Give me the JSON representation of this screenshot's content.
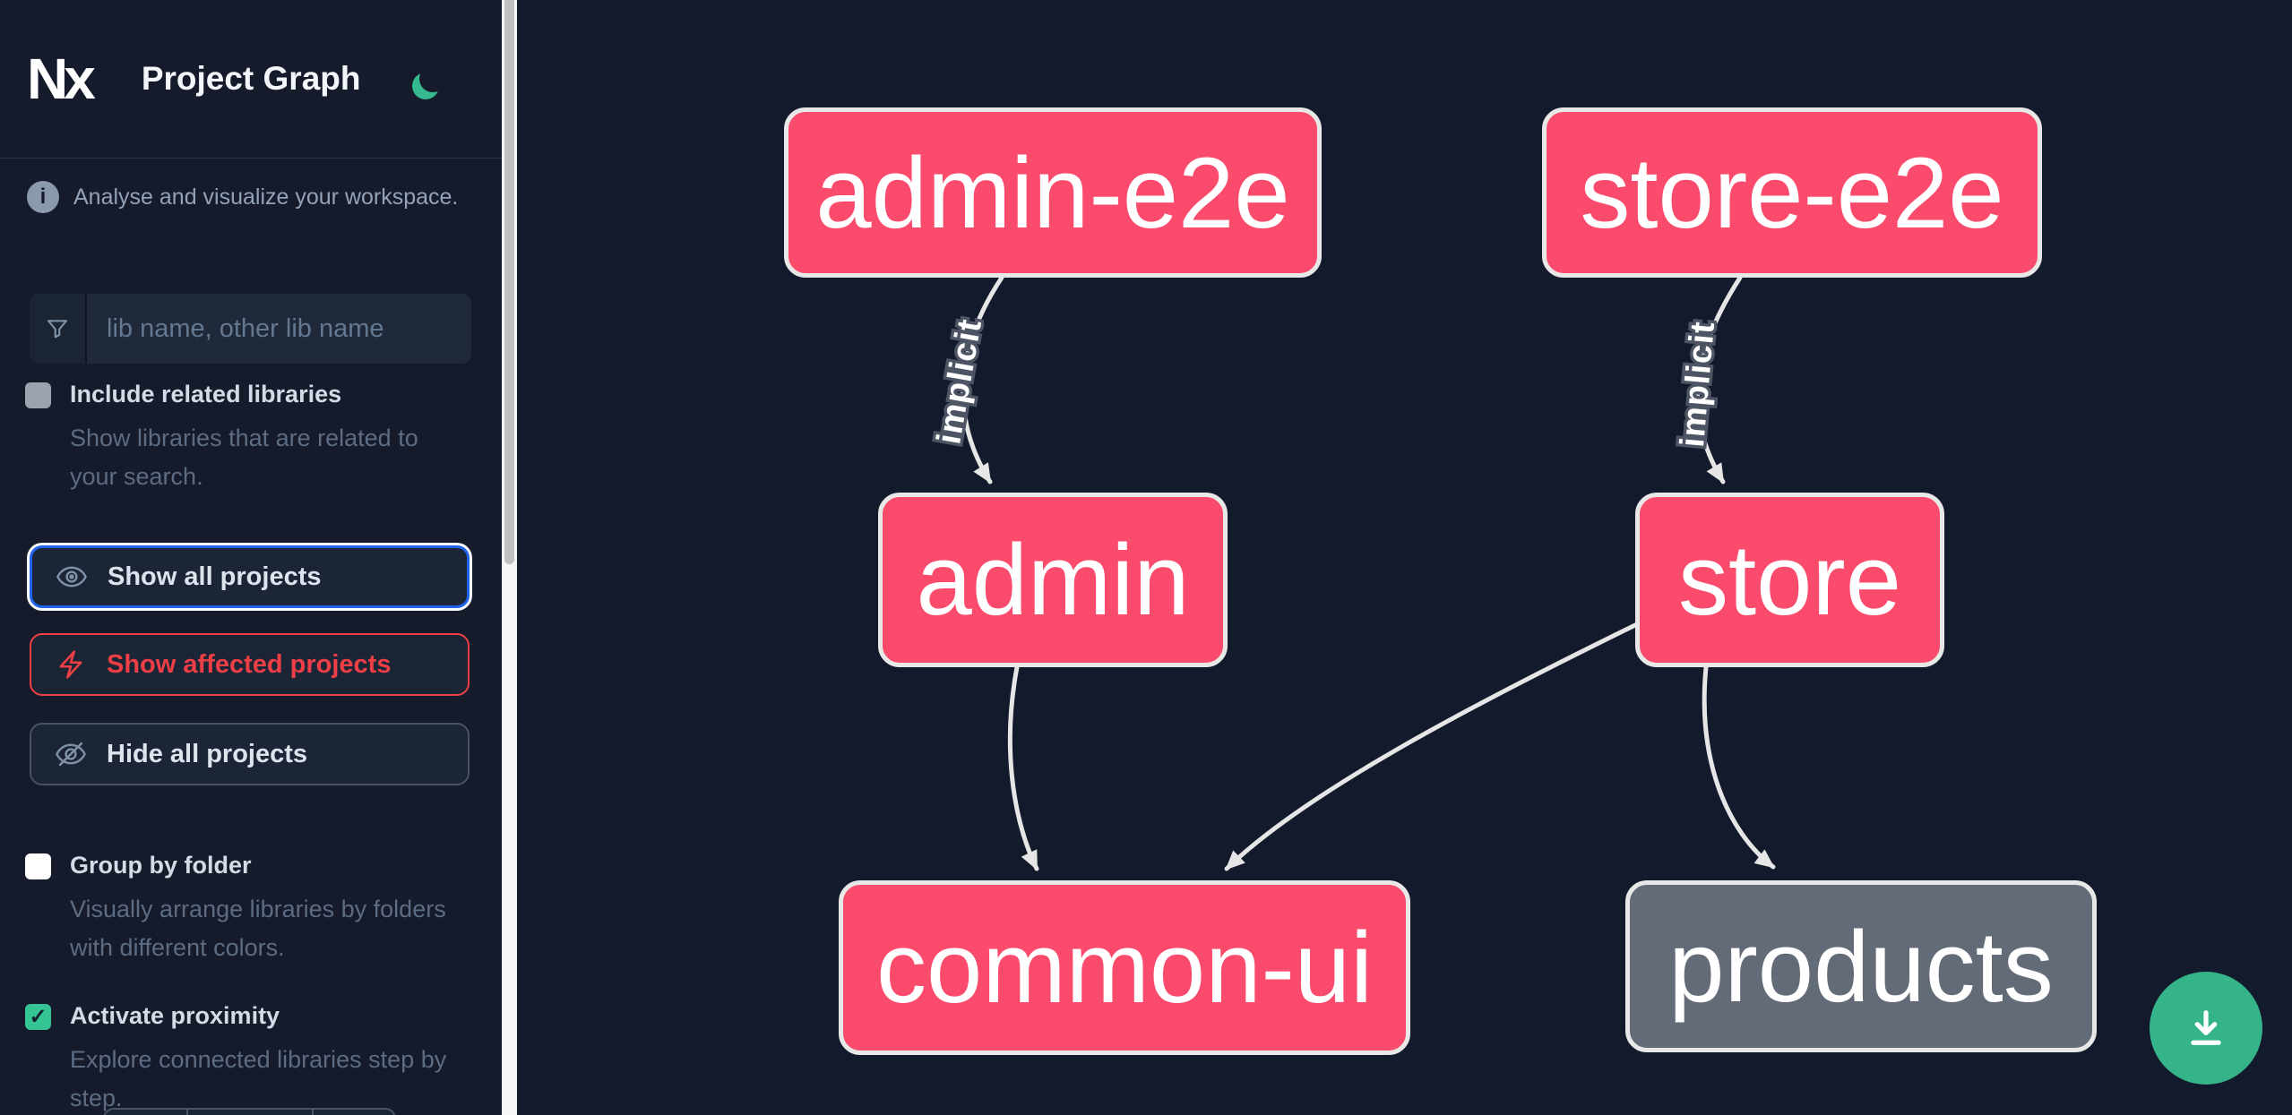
{
  "sidebar": {
    "logo_text": "Nx",
    "title": "Project Graph",
    "tagline": "Analyse and visualize your workspace.",
    "search": {
      "placeholder": "lib name, other lib name"
    },
    "checkboxes": [
      {
        "label": "Include related libraries",
        "description": "Show libraries that are related to your search.",
        "state": "disabled-unchecked"
      },
      {
        "label": "Group by folder",
        "description": "Visually arrange libraries by folders with different colors.",
        "state": "unchecked"
      },
      {
        "label": "Activate proximity",
        "description": "Explore connected libraries step by step.",
        "state": "checked",
        "checkmark": "✓"
      }
    ],
    "buttons": [
      {
        "label": "Show all projects",
        "icon": "eye-icon",
        "state": "focused"
      },
      {
        "label": "Show affected projects",
        "icon": "bolt-icon",
        "state": "affected"
      },
      {
        "label": "Hide all projects",
        "icon": "eye-off-icon",
        "state": "default"
      }
    ]
  },
  "graph": {
    "nodes": [
      {
        "id": "admin-e2e",
        "label": "admin-e2e",
        "type": "affected"
      },
      {
        "id": "store-e2e",
        "label": "store-e2e",
        "type": "affected"
      },
      {
        "id": "admin",
        "label": "admin",
        "type": "affected"
      },
      {
        "id": "store",
        "label": "store",
        "type": "affected"
      },
      {
        "id": "common-ui",
        "label": "common-ui",
        "type": "affected"
      },
      {
        "id": "products",
        "label": "products",
        "type": "plain"
      }
    ],
    "edges": [
      {
        "from": "admin-e2e",
        "to": "admin",
        "label": "implicit"
      },
      {
        "from": "store-e2e",
        "to": "store",
        "label": "implicit"
      },
      {
        "from": "admin",
        "to": "common-ui",
        "label": ""
      },
      {
        "from": "store",
        "to": "common-ui",
        "label": ""
      },
      {
        "from": "store",
        "to": "products",
        "label": ""
      }
    ]
  },
  "fab": {
    "icon": "download-icon"
  },
  "colors": {
    "affected_node": "#fb4b6d",
    "plain_node": "#646b78",
    "edge": "#e6e6e6",
    "accent_green": "#35b489",
    "focus_blue": "#2063ea",
    "affected_red": "#ee3f46",
    "sidebar_bg": "#151b2b",
    "canvas_bg": "#121a2b"
  }
}
